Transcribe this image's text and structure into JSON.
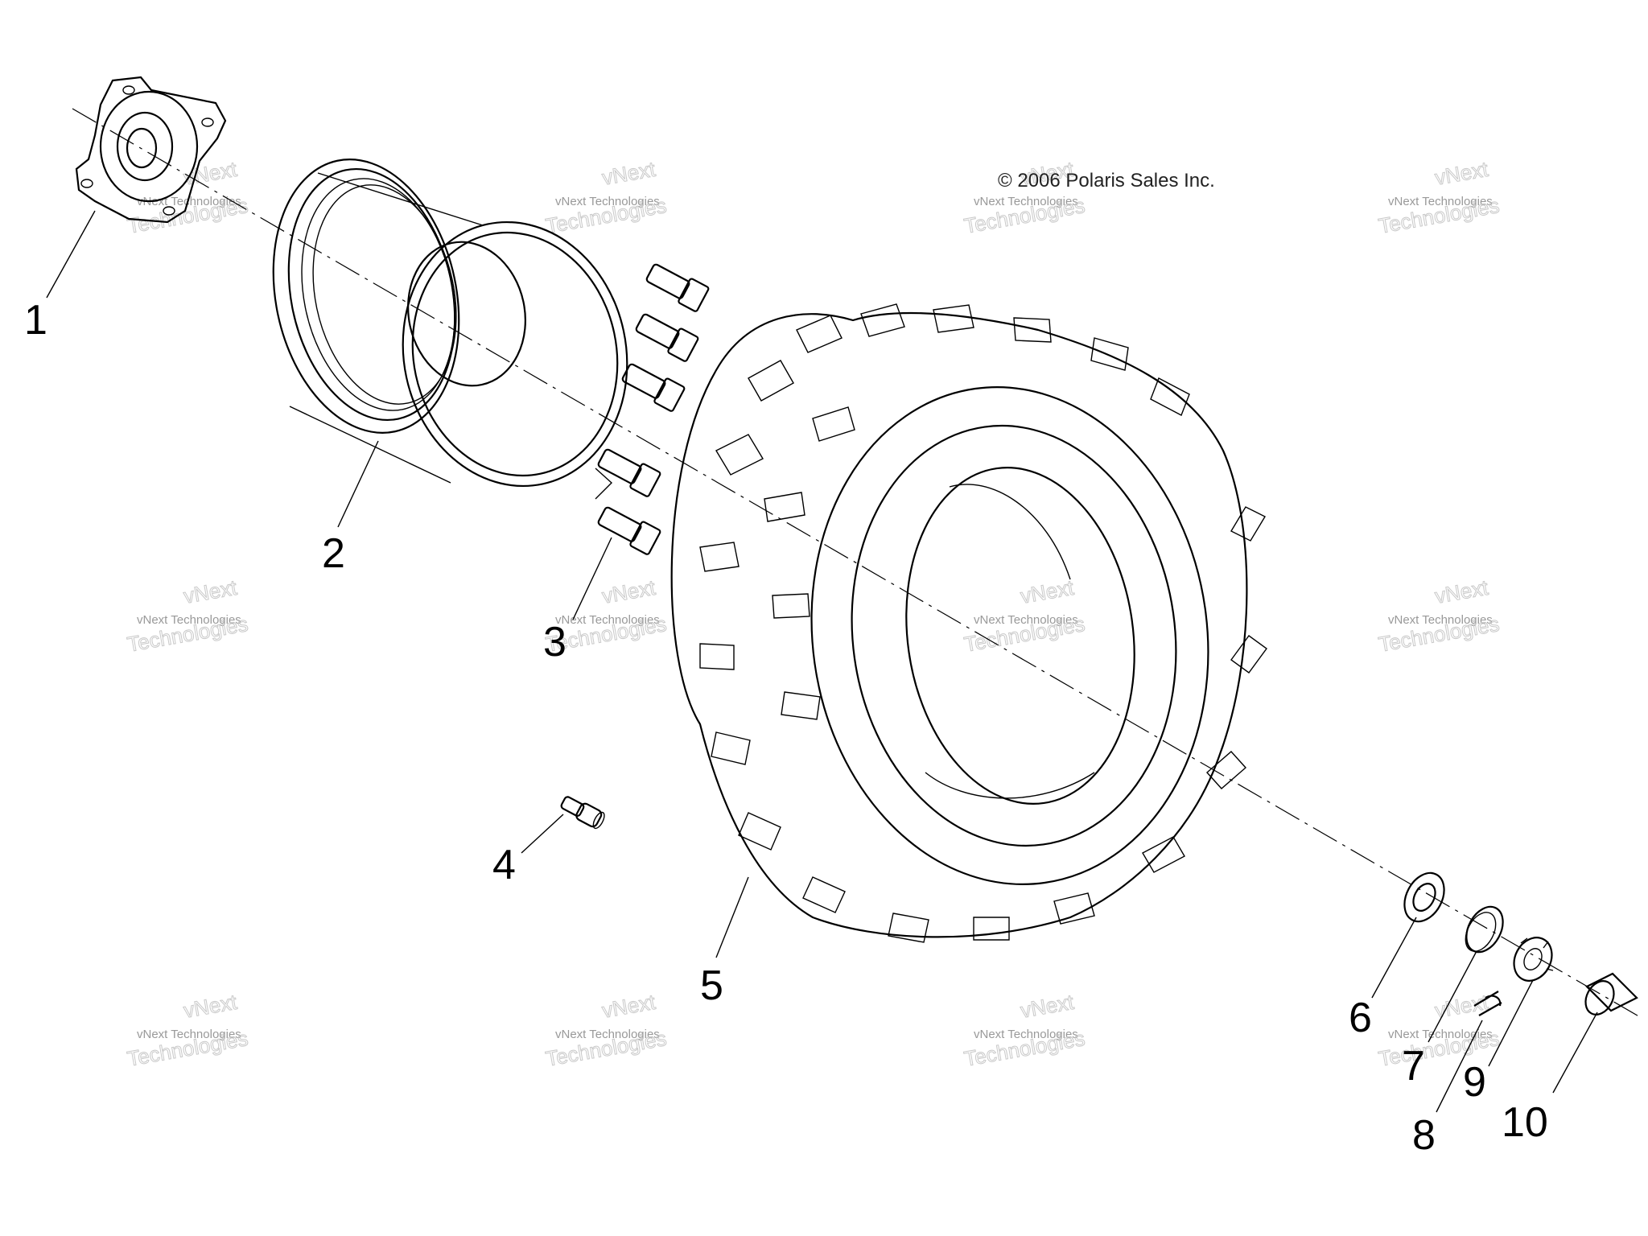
{
  "copyright": "© 2006 Polaris Sales Inc.",
  "watermark": {
    "line1": "vNext Technologies",
    "line2": "vNext",
    "line3": "Technologies"
  },
  "callouts": [
    "1",
    "2",
    "3",
    "4",
    "5",
    "6",
    "7",
    "8",
    "9",
    "10"
  ]
}
